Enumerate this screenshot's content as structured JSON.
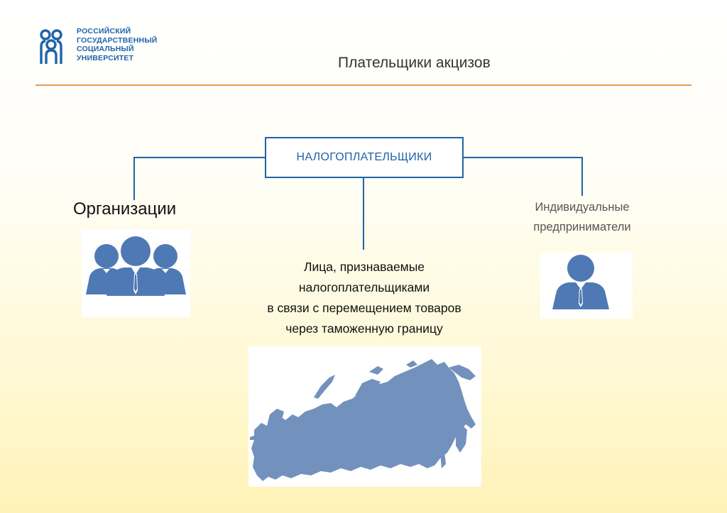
{
  "header": {
    "logo_icon": "people-group-logo-icon",
    "logo_text": "РОССИЙСКИЙ\nГОСУДАРСТВЕННЫЙ\nСОЦИАЛЬНЫЙ\nУНИВЕРСИТЕТ",
    "title": "Плательщики акцизов"
  },
  "diagram": {
    "central_node": "НАЛОГОПЛАТЕЛЬЩИКИ",
    "branches": {
      "organizations": {
        "label": "Организации",
        "icon": "group-of-people-icon"
      },
      "persons_customs": {
        "lines": [
          "Лица, признаваемые",
          "налогоплательщиками",
          "в связи с перемещением товаров",
          "через таможенную границу"
        ],
        "icon": "russia-map-icon"
      },
      "individual_entrepreneurs": {
        "lines": [
          "Индивидуальные",
          "предприниматели"
        ],
        "icon": "person-icon"
      }
    }
  },
  "colors": {
    "brand_blue": "#1f63a7",
    "icon_blue": "#4f79b4",
    "map_blue": "#7391bd",
    "header_rule": "#e79a5b",
    "connector": "#1f63a7"
  }
}
